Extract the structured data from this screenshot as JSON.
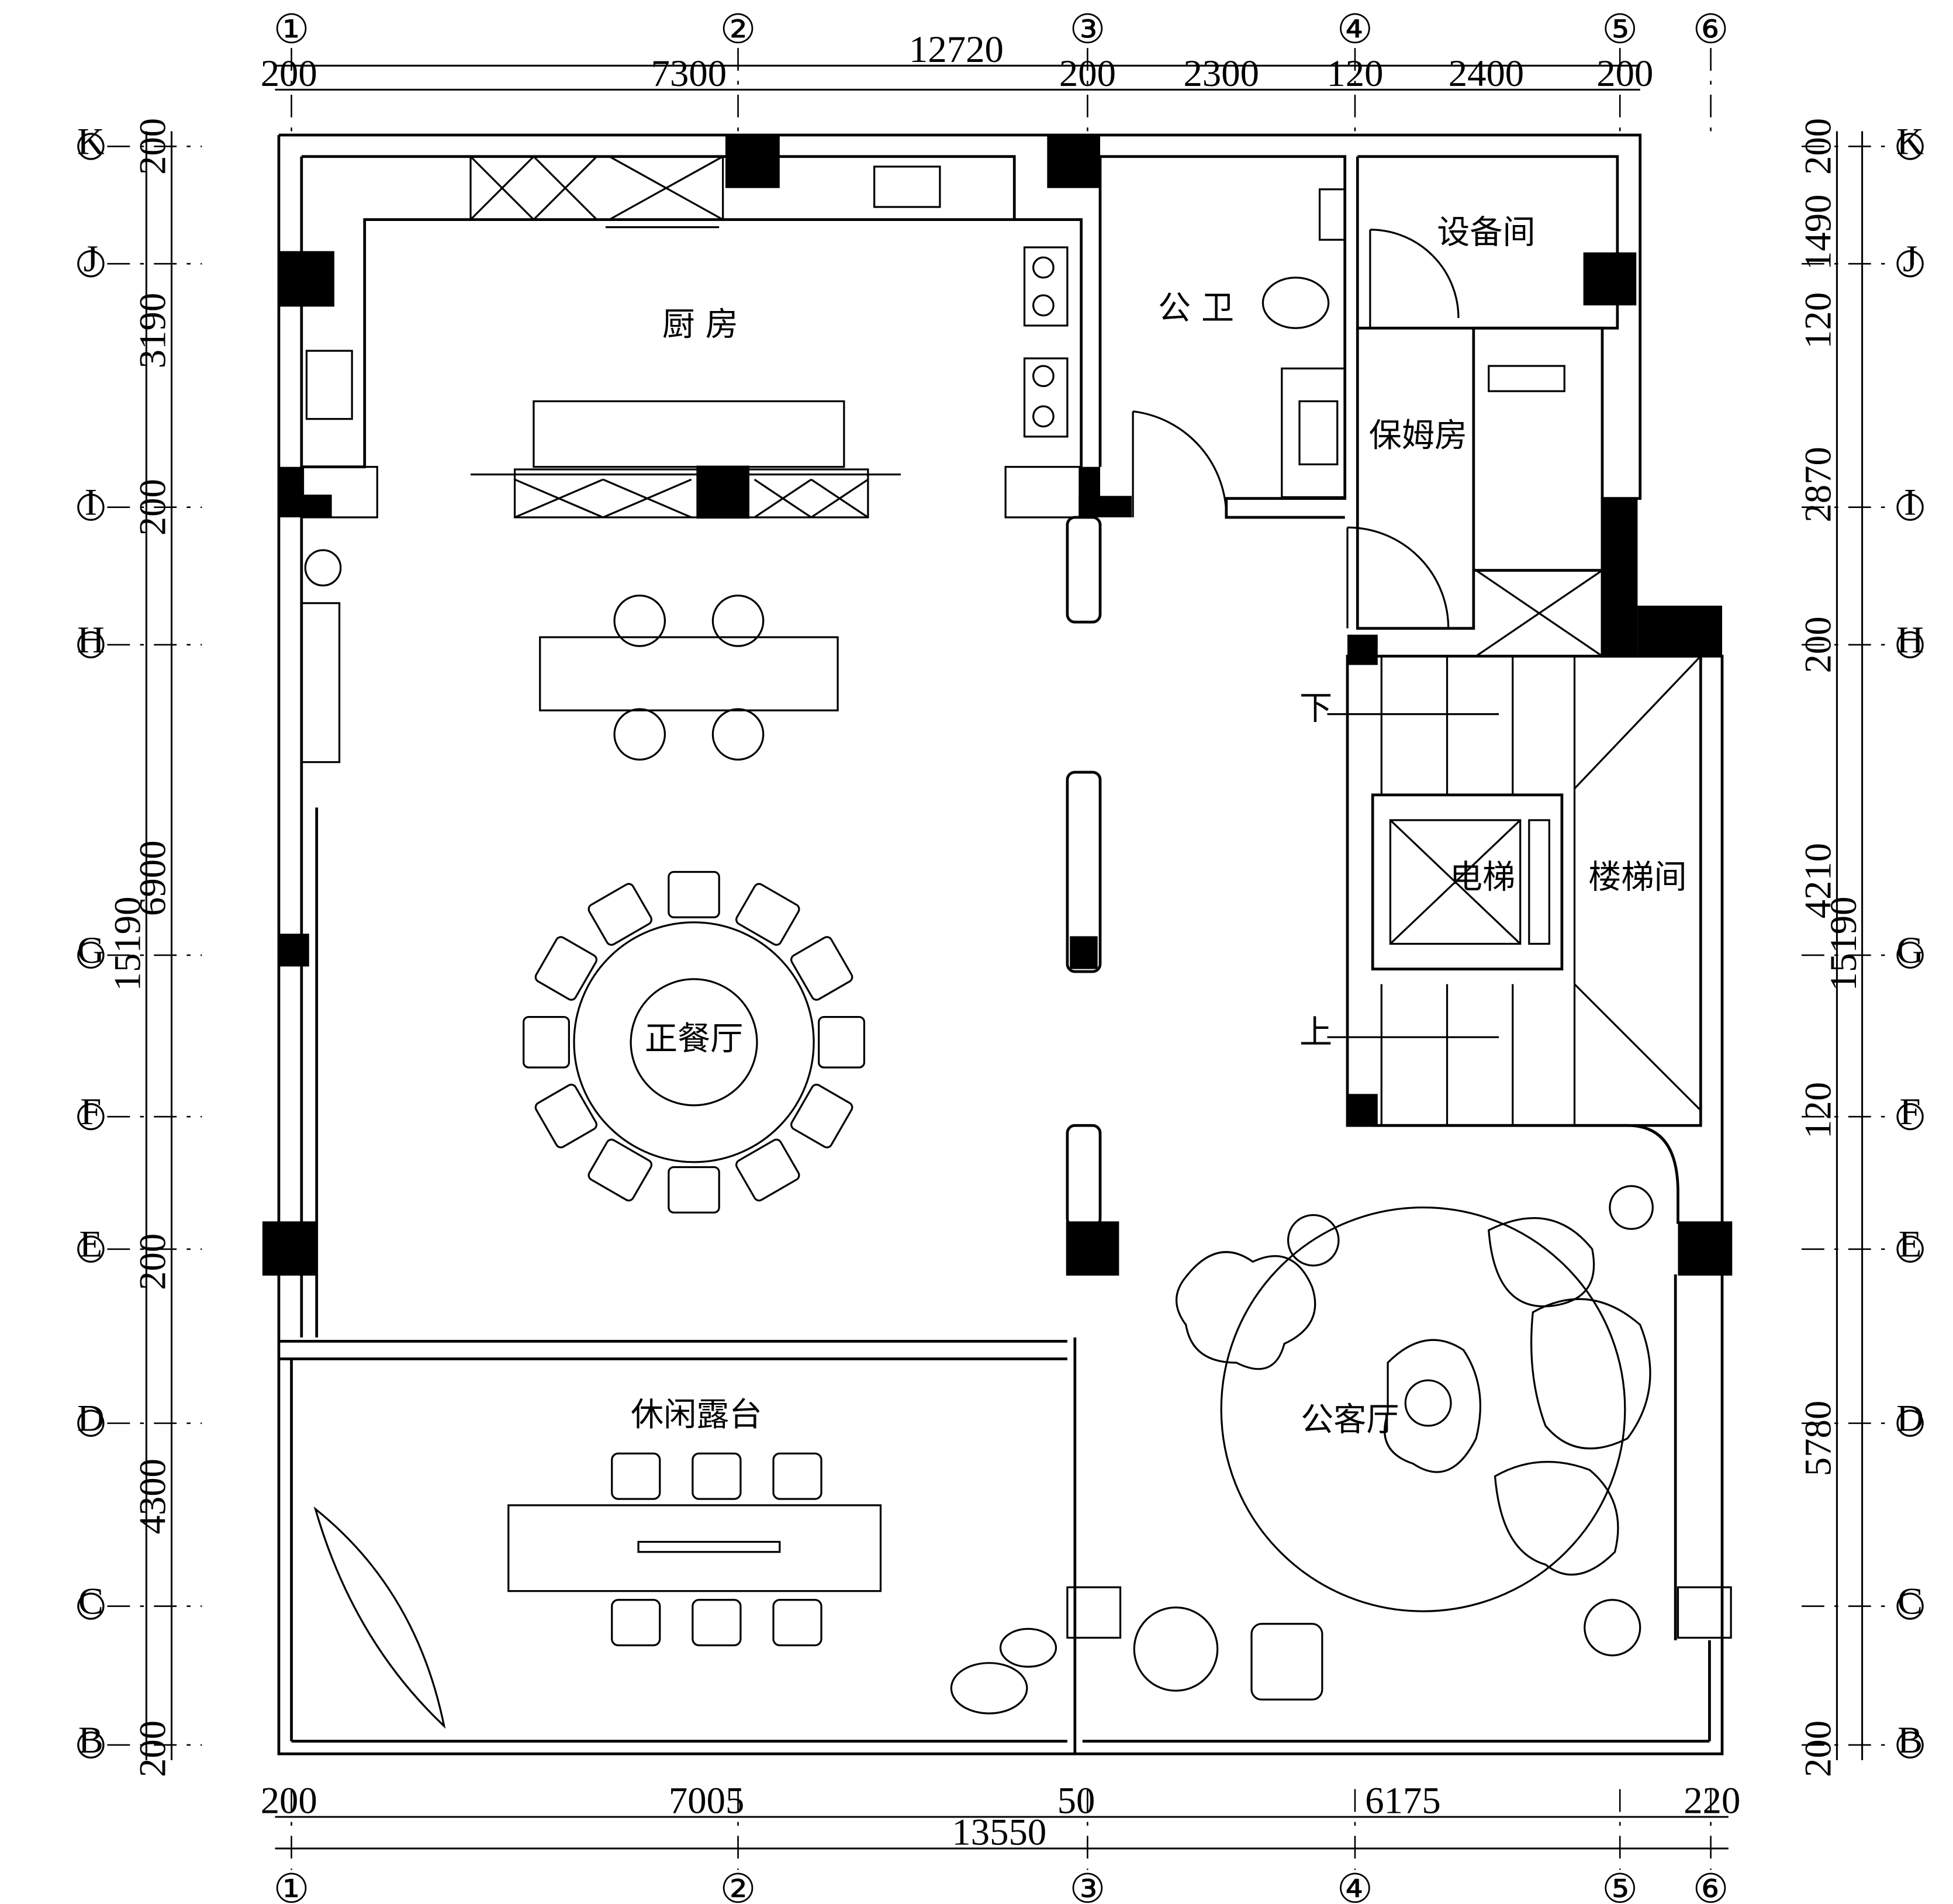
{
  "grid_axes": {
    "columns": [
      "①",
      "②",
      "③",
      "④",
      "⑤",
      "⑥"
    ],
    "rows": [
      "K",
      "J",
      "I",
      "H",
      "G",
      "F",
      "E",
      "D",
      "C",
      "B"
    ]
  },
  "dimensions": {
    "top_total": "12720",
    "top_segments": [
      "200",
      "7300",
      "200",
      "2300",
      "120",
      "2400",
      "200"
    ],
    "bottom_segments": [
      "200",
      "7005",
      "50",
      "6175",
      "220"
    ],
    "bottom_total": "13550",
    "left_segments": [
      "200",
      "3190",
      "200",
      "6900",
      "200",
      "4300",
      "200"
    ],
    "left_total": "15190",
    "right_segments": [
      "200",
      "1490",
      "120",
      "2870",
      "200",
      "4210",
      "120",
      "5780",
      "200"
    ],
    "right_total": "15190"
  },
  "rooms": {
    "kitchen": "厨  房",
    "public_toilet": "公  卫",
    "equipment_room": "设备间",
    "nanny_room": "保姆房",
    "elevator": "电梯",
    "stairwell": "楼梯间",
    "formal_dining": "正餐厅",
    "leisure_terrace": "休闲露台",
    "guest_living": "公客厅",
    "stair_down": "下",
    "stair_up": "上"
  }
}
